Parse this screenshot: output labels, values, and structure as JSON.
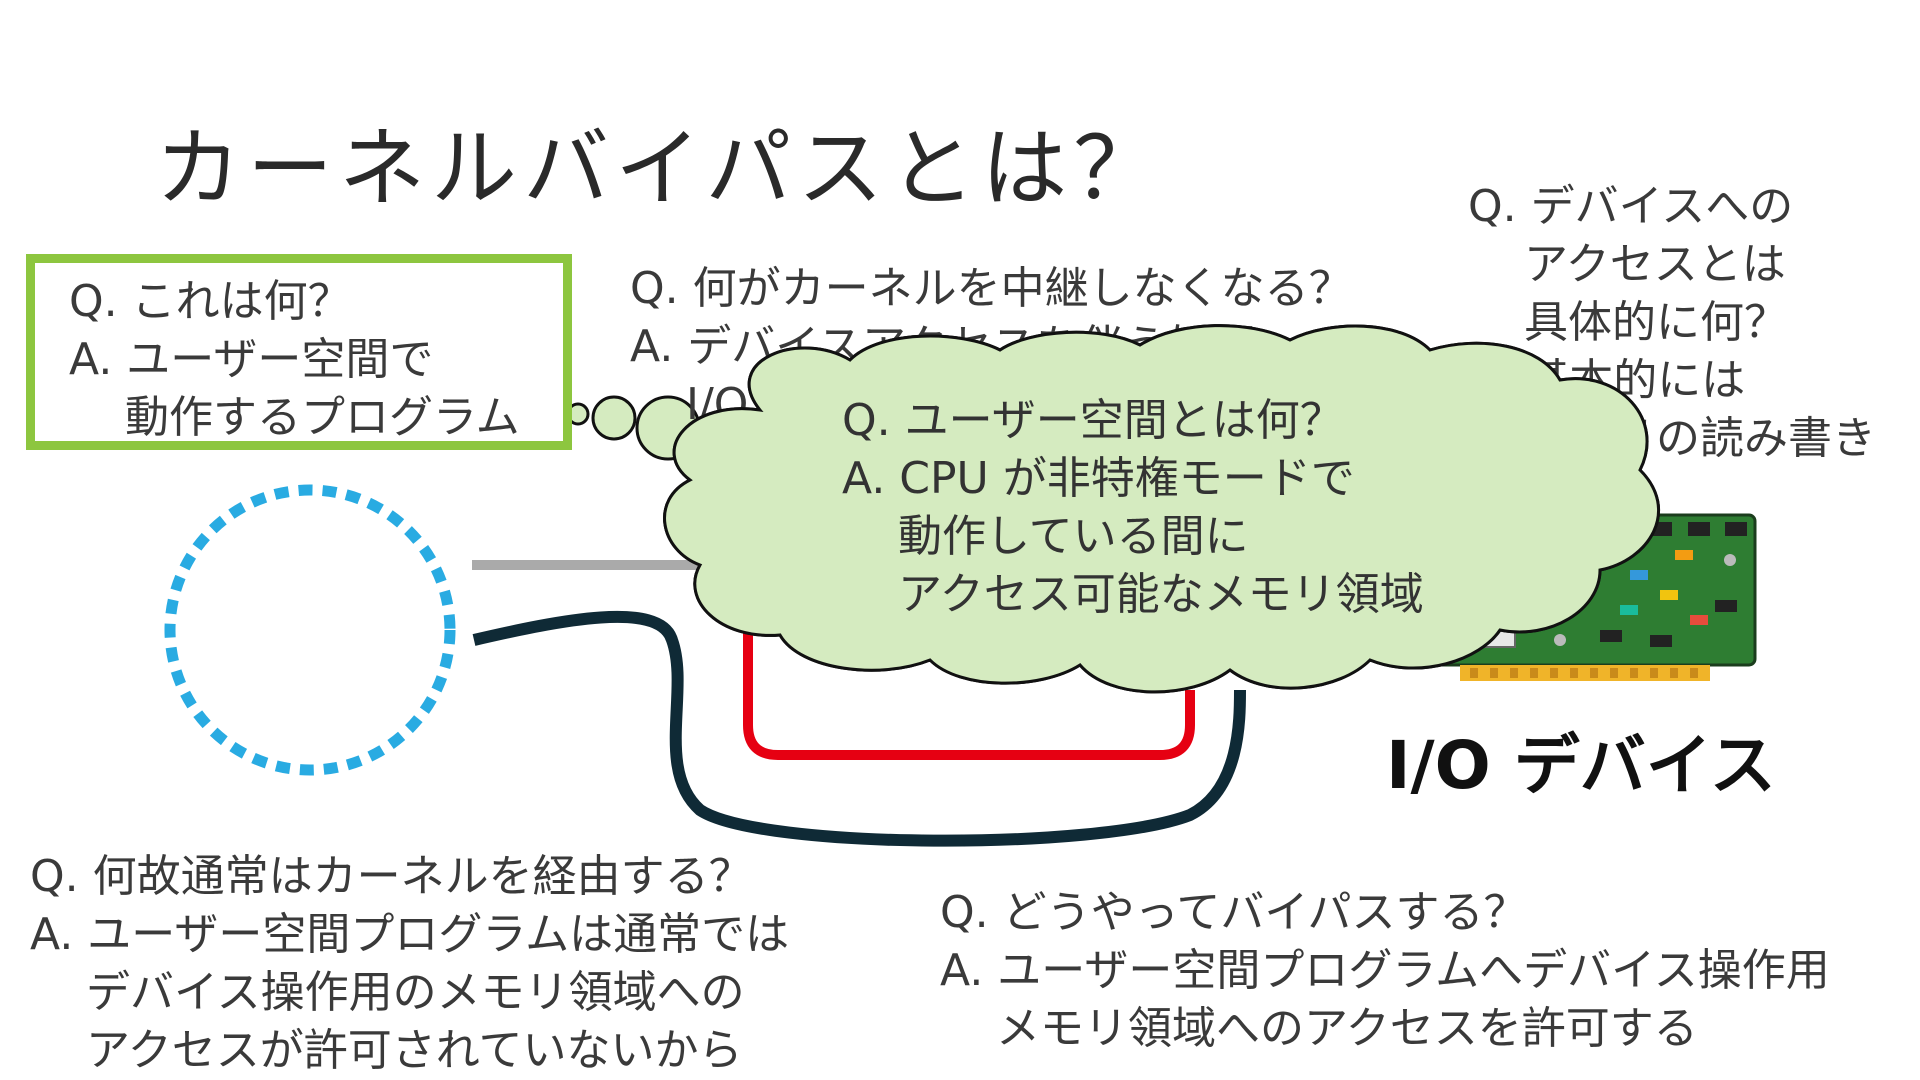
{
  "title": "カーネルバイパスとは？",
  "box_qa": {
    "q": "Q. これは何？",
    "a1": "A. ユーザー空間で",
    "a2": "動作するプログラム"
  },
  "mid_qa": {
    "q": "Q. 何がカーネルを中継しなくなる？",
    "a1": "A. デバイスアクセスを伴う処理",
    "a2": "I/O"
  },
  "right_qa": {
    "q": "Q. デバイスへの",
    "q2": "アクセスとは",
    "q3": "具体的に何？",
    "a1": "A. 基本的には",
    "a2": "メモリの読み書き"
  },
  "cloud_qa": {
    "q": "Q. ユーザー空間とは何？",
    "a1": "A. CPU が非特権モードで",
    "a2": "動作している間に",
    "a3": "アクセス可能なメモリ領域"
  },
  "bottom_left_qa": {
    "q": "Q. 何故通常はカーネルを経由する？",
    "a1": "A. ユーザー空間プログラムは通常では",
    "a2": "デバイス操作用のメモリ領域への",
    "a3": "アクセスが許可されていないから"
  },
  "bottom_right_qa": {
    "q": "Q. どうやってバイパスする？",
    "a1": "A. ユーザー空間プログラムへデバイス操作用",
    "a2": "メモリ領域へのアクセスを許可する"
  },
  "device_label": "I/O デバイス",
  "icons": [
    "dotted-circle-icon",
    "thought-bubble-icon",
    "circuit-board-icon"
  ],
  "colors": {
    "box_border": "#8dc63f",
    "dotted_circle": "#29abe2",
    "cloud_fill": "#d5ebc0",
    "cloud_stroke": "#111111",
    "gray_line": "#aaaaaa",
    "red_path": "#e60012",
    "navy_path": "#0f2a36",
    "board_green": "#2e7d32"
  }
}
